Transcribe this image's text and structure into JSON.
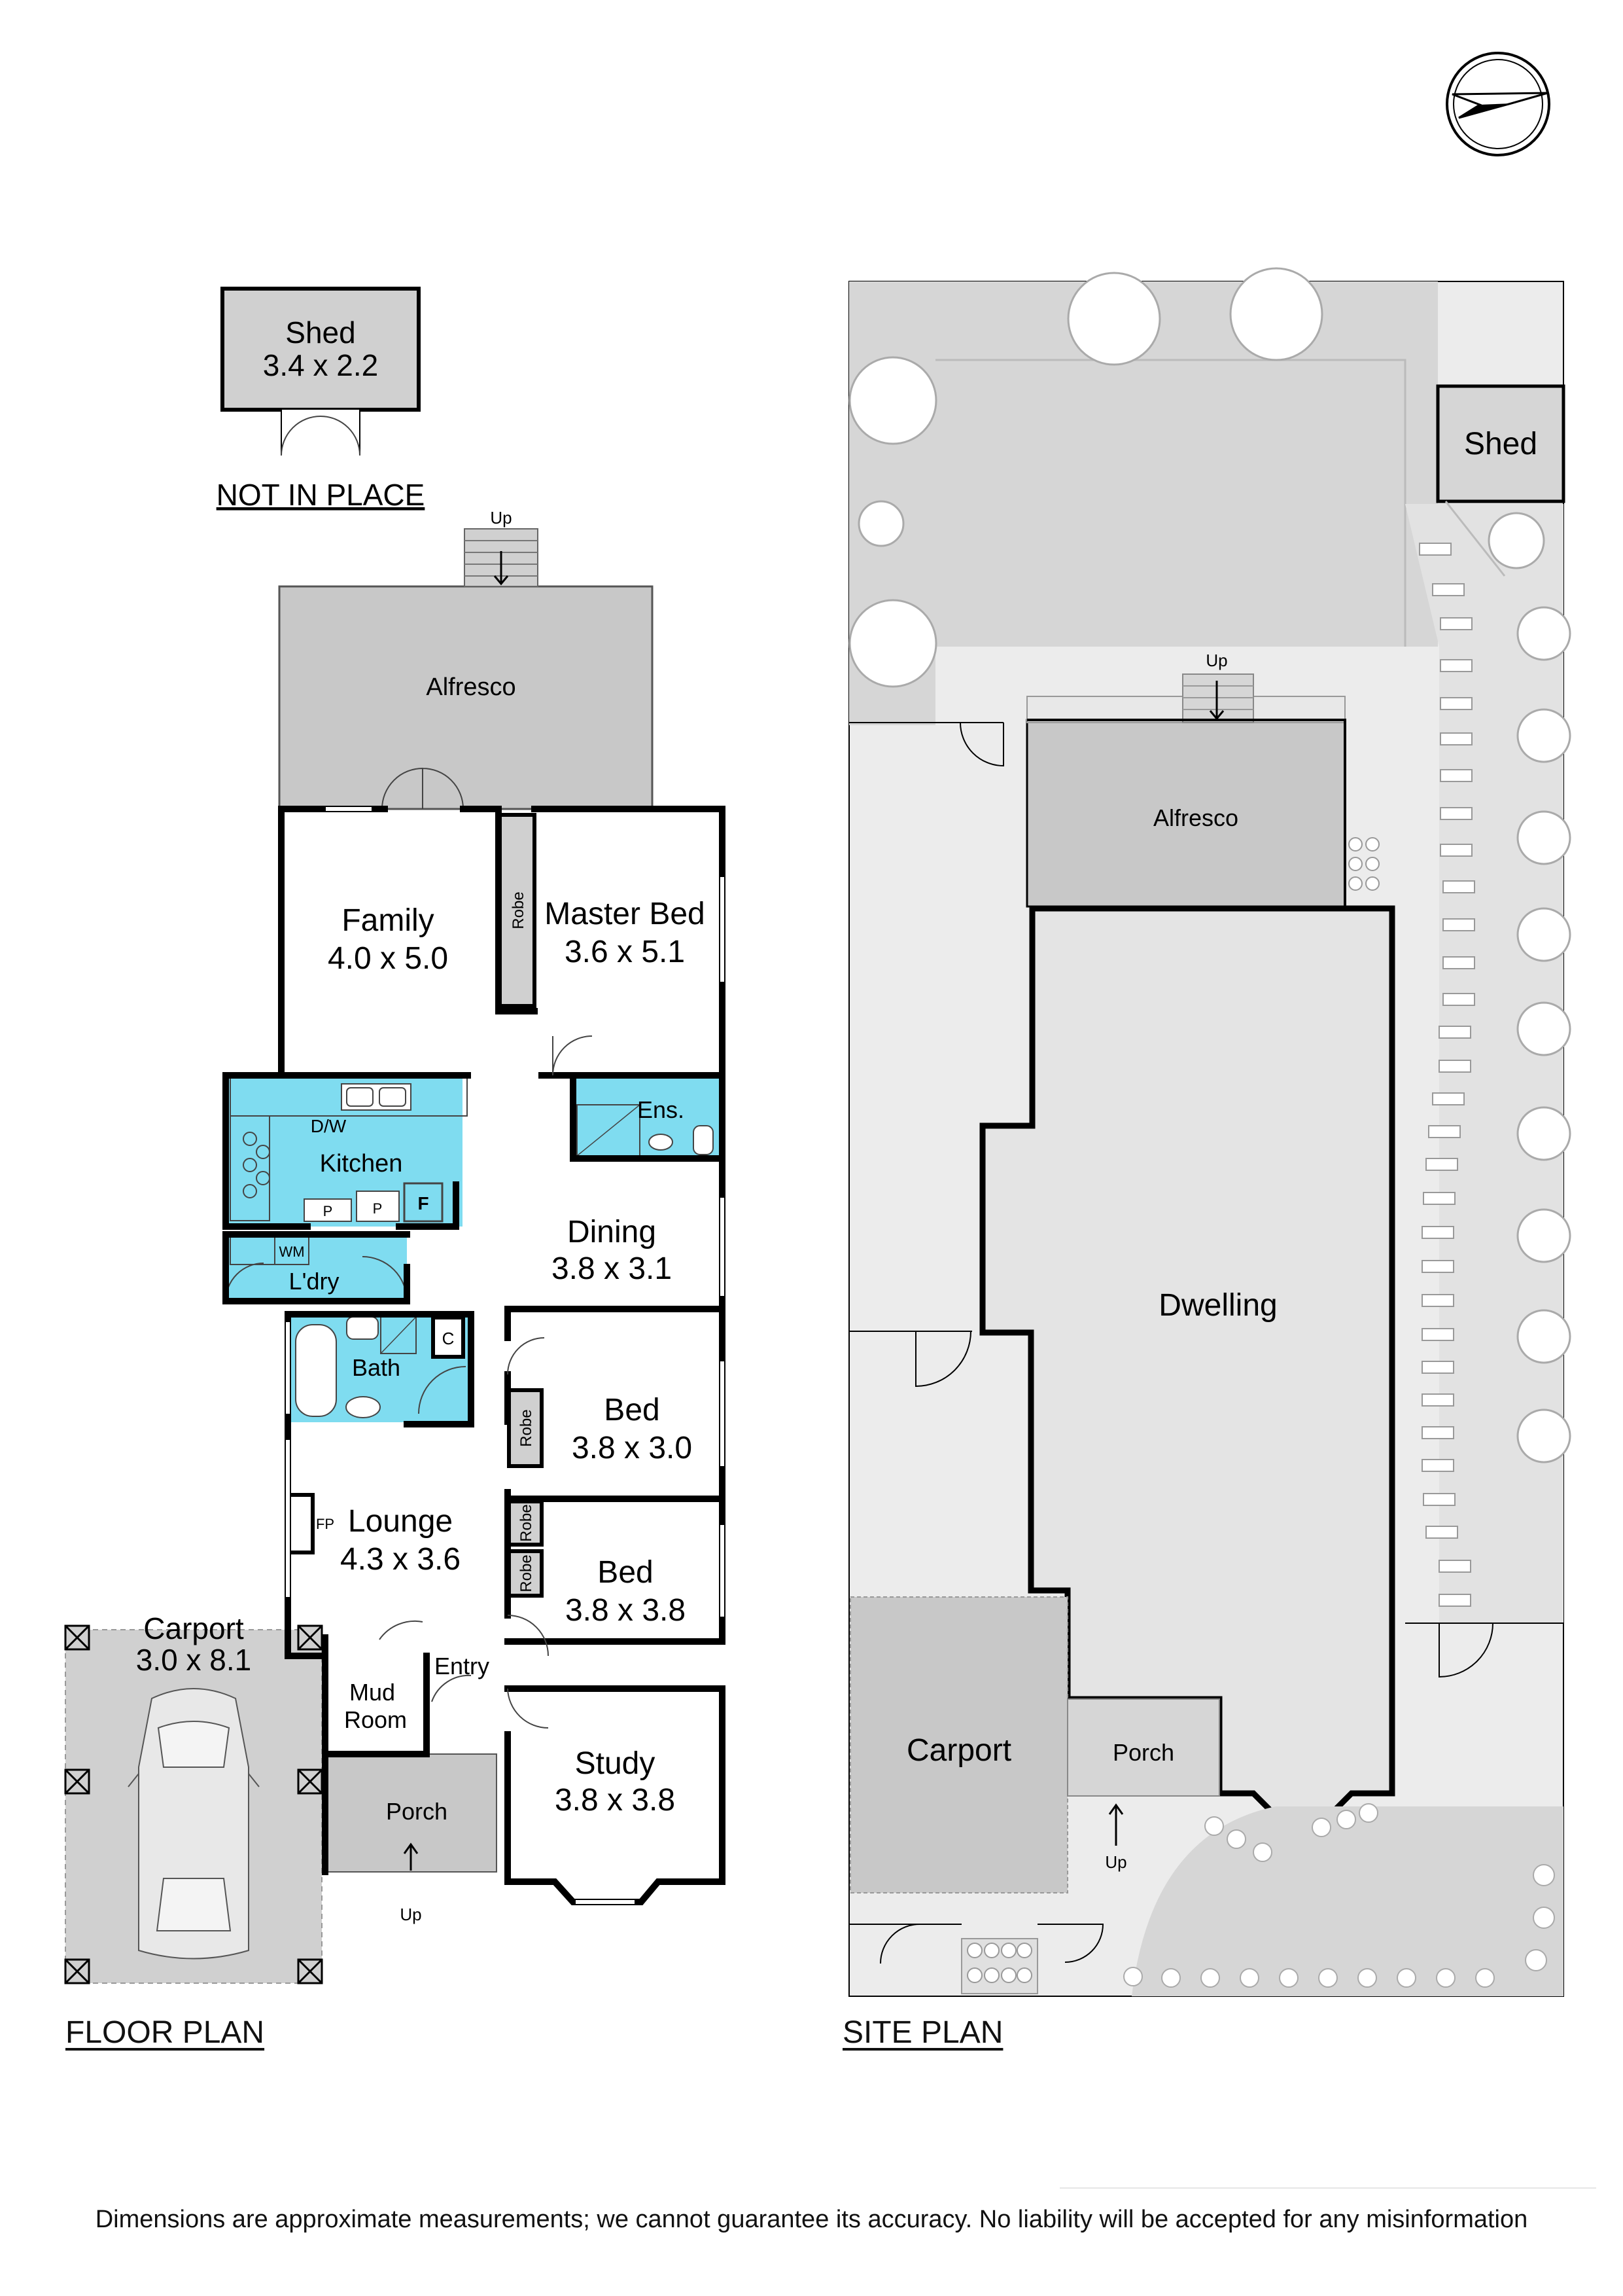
{
  "compass": {
    "icon": "north-arrow-icon"
  },
  "floor_plan": {
    "title": "FLOOR PLAN",
    "shed": {
      "name": "Shed",
      "dims": "3.4 x 2.2",
      "note": "NOT IN PLACE"
    },
    "rooms": [
      {
        "id": "alfresco",
        "name": "Alfresco",
        "dims": ""
      },
      {
        "id": "family",
        "name": "Family",
        "dims": "4.0 x 5.0"
      },
      {
        "id": "master-bed",
        "name": "Master Bed",
        "dims": "3.6 x 5.1"
      },
      {
        "id": "ensuite",
        "name": "Ens.",
        "dims": ""
      },
      {
        "id": "kitchen",
        "name": "Kitchen",
        "dims": ""
      },
      {
        "id": "laundry",
        "name": "L'dry",
        "dims": ""
      },
      {
        "id": "dining",
        "name": "Dining",
        "dims": "3.8 x 3.1"
      },
      {
        "id": "bath",
        "name": "Bath",
        "dims": ""
      },
      {
        "id": "bed-2",
        "name": "Bed",
        "dims": "3.8 x 3.0"
      },
      {
        "id": "lounge",
        "name": "Lounge",
        "dims": "4.3 x 3.6"
      },
      {
        "id": "bed-3",
        "name": "Bed",
        "dims": "3.8 x 3.8"
      },
      {
        "id": "carport",
        "name": "Carport",
        "dims": "3.0 x 8.1"
      },
      {
        "id": "mud-room",
        "name": "Mud Room",
        "dims": ""
      },
      {
        "id": "entry",
        "name": "Entry",
        "dims": ""
      },
      {
        "id": "study",
        "name": "Study",
        "dims": "3.8 x 3.8"
      },
      {
        "id": "porch",
        "name": "Porch",
        "dims": ""
      }
    ],
    "fixtures": {
      "robe": "Robe",
      "dishwasher": "D/W",
      "pantry": "P",
      "fridge": "F",
      "washing_machine": "WM",
      "cupboard": "C",
      "fireplace": "FP",
      "up": "Up"
    }
  },
  "site_plan": {
    "title": "SITE PLAN",
    "labels": {
      "shed": "Shed",
      "alfresco": "Alfresco",
      "dwelling": "Dwelling",
      "carport": "Carport",
      "porch": "Porch",
      "up": "Up"
    }
  },
  "disclaimer": "Dimensions are approximate measurements; we cannot guarantee its accuracy. No liability will be accepted for any misinformation",
  "colors": {
    "wall": "#000000",
    "wet_area": "#7fdcf0",
    "outdoor_grey": "#c8c8c8",
    "site_light": "#e8e8e8",
    "site_mid": "#d4d4d4"
  }
}
